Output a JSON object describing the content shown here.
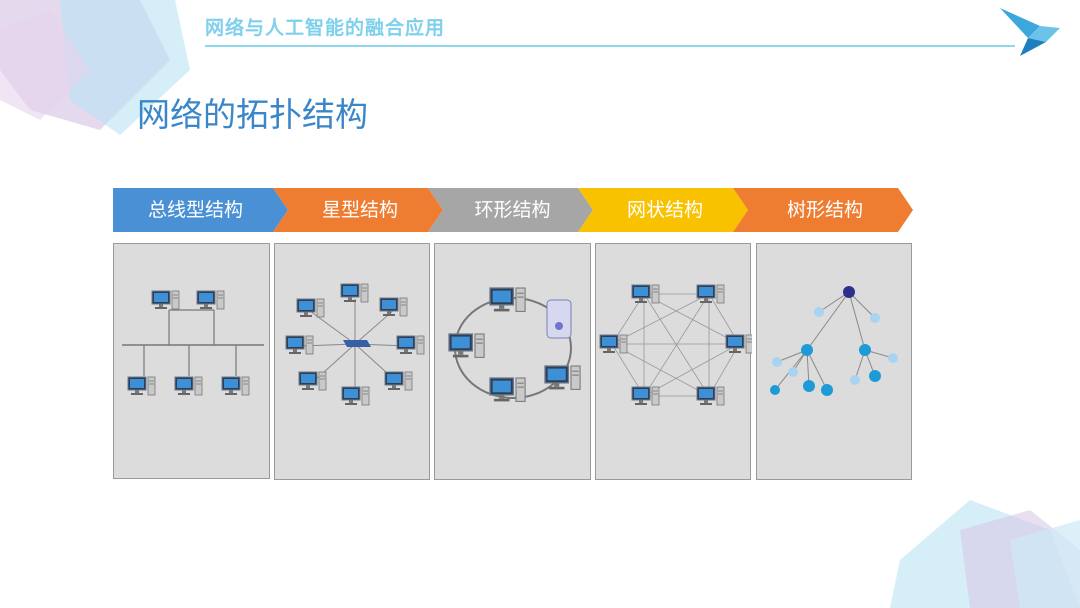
{
  "header": {
    "title": "网络与人工智能的融合应用"
  },
  "slide": {
    "title": "网络的拓扑结构"
  },
  "colors": {
    "blue": "#4a90d4",
    "orange": "#ee7d31",
    "gray": "#a6a6a6",
    "yellow": "#f9c200",
    "accent": "#3b86c8"
  },
  "topologies": [
    {
      "label": "总线型结构",
      "color": "#4a90d4"
    },
    {
      "label": "星型结构",
      "color": "#ee7d31"
    },
    {
      "label": "环形结构",
      "color": "#a6a6a6"
    },
    {
      "label": "网状结构",
      "color": "#f9c200"
    },
    {
      "label": "树形结构",
      "color": "#ee7d31"
    }
  ],
  "icons": [
    "computer-icon",
    "switch-icon",
    "server-icon",
    "bird-logo"
  ]
}
